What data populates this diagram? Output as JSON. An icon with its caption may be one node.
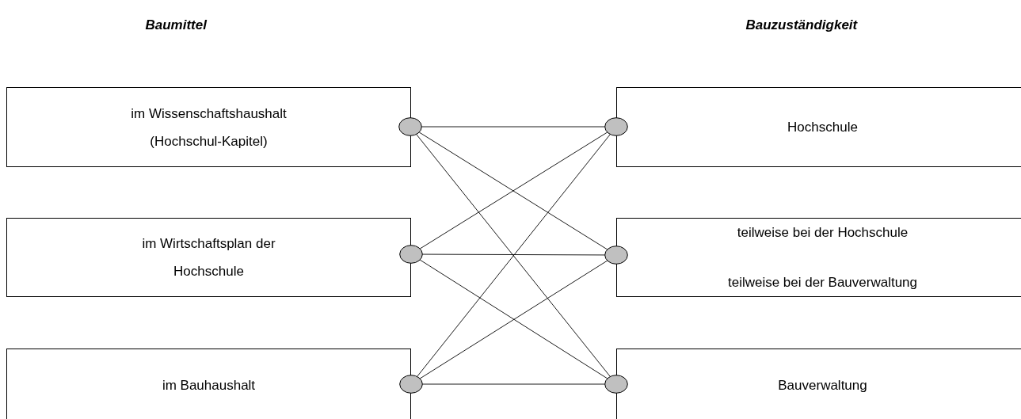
{
  "diagram": {
    "nodes": [
      {
        "text": [
          "im Wissenschaftshaushalt (Hochschul-Kapitel)"
        ]
      },
      {
        "text": [
          "im Wirtschaftsplan der Hochschule"
        ]
      },
      {
        "text": [
          "im Bauhaushalt"
        ]
      },
      {
        "text": [
          "Hochschule"
        ]
      },
      {
        "text": [
          "teilweise bei der Hochschule",
          "teilweise bei der Bauverwaltung"
        ]
      },
      {
        "text": [
          "Bauverwaltung"
        ]
      },
      {
        "text": [],
        "shape": "circle"
      },
      {
        "text": [],
        "shape": "circle"
      },
      {
        "text": [],
        "shape": "circle"
      },
      {
        "text": [],
        "shape": "circle"
      },
      {
        "text": [],
        "shape": "circle"
      },
      {
        "text": [],
        "shape": "circle"
      }
    ],
    "edges": [
      {
        "from": 6,
        "to": 9,
        "arrow": "none"
      },
      {
        "from": 6,
        "to": 10,
        "arrow": "none"
      },
      {
        "from": 6,
        "to": 11,
        "arrow": "none"
      },
      {
        "from": 7,
        "to": 9,
        "arrow": "none"
      },
      {
        "from": 7,
        "to": 10,
        "arrow": "none"
      },
      {
        "from": 7,
        "to": 11,
        "arrow": "none"
      },
      {
        "from": 8,
        "to": 9,
        "arrow": "none"
      },
      {
        "from": 8,
        "to": 10,
        "arrow": "none"
      },
      {
        "from": 8,
        "to": 11,
        "arrow": "none"
      }
    ],
    "labels": [
      "Baumittel",
      "Bauzuständigkeit"
    ]
  }
}
